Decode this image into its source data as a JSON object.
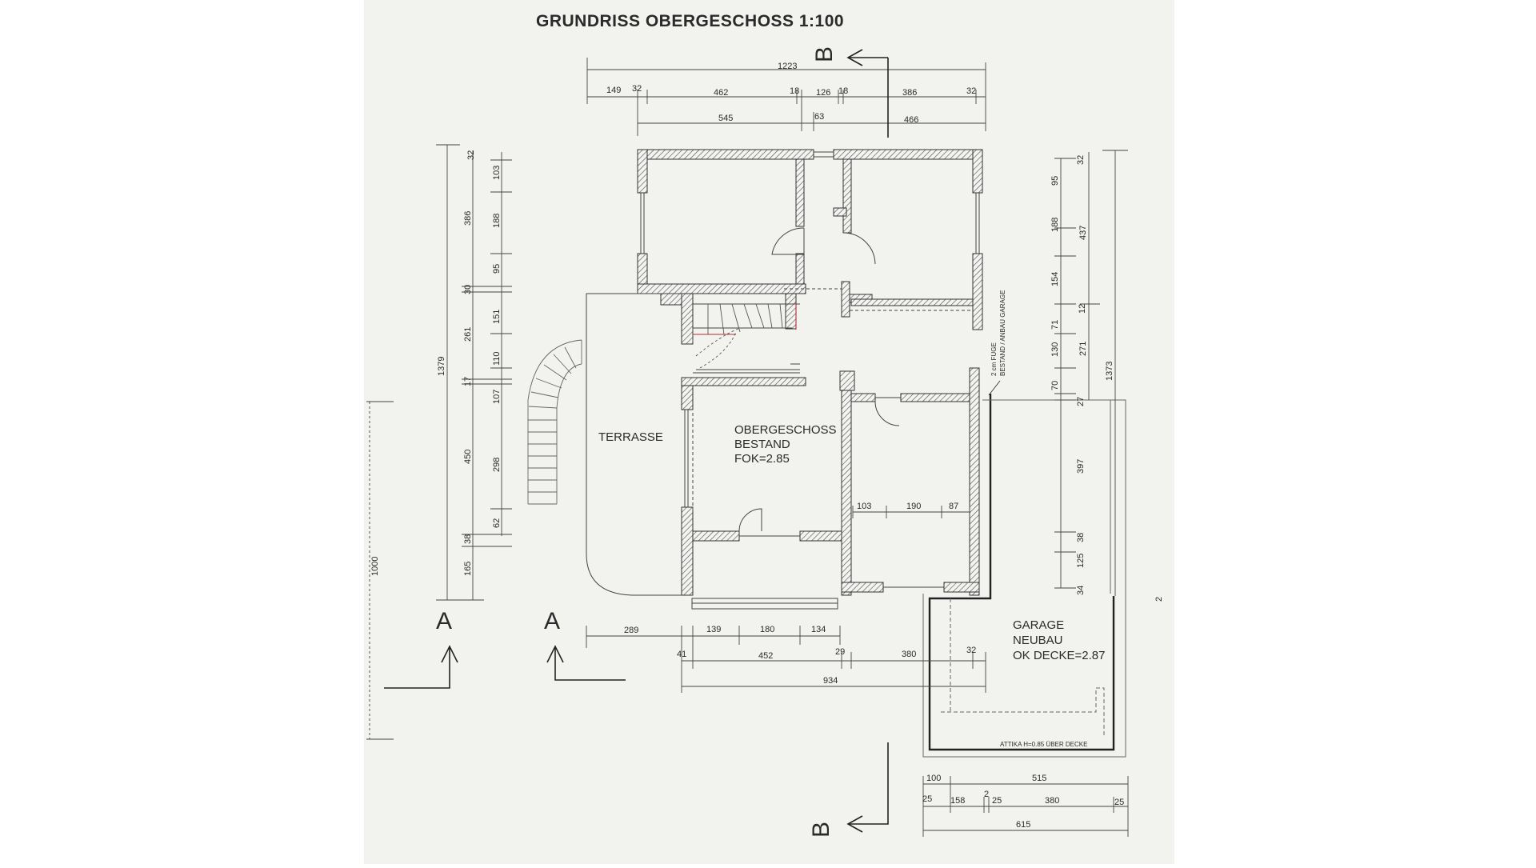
{
  "title": "GRUNDRISS OBERGESCHOSS 1:100",
  "section_marks": {
    "a": "A",
    "b": "B"
  },
  "rooms": {
    "terrasse": "TERRASSE",
    "og_line1": "OBERGESCHOSS",
    "og_line2": "BESTAND",
    "og_line3": "FOK=2.85",
    "garage_line1": "GARAGE",
    "garage_line2": "NEUBAU",
    "garage_line3": "OK DECKE=2.87"
  },
  "notes": {
    "fuge_line1": "2 cm FUGE",
    "fuge_line2": "BESTAND / ANBAU GARAGE",
    "attika": "ATTIKA H=0.85 ÜBER DECKE"
  },
  "dimensions": {
    "top_total": "1223",
    "top_row2": [
      "149",
      "32",
      "462",
      "18",
      "126",
      "18",
      "386",
      "32"
    ],
    "top_row3": [
      "545",
      "63",
      "466"
    ],
    "left_outer": [
      "1379"
    ],
    "left_mid": [
      "386",
      "30",
      "261",
      "17",
      "450",
      "38",
      "165"
    ],
    "left_inner": [
      "32",
      "103",
      "188",
      "95",
      "151",
      "110",
      "107",
      "298",
      "62"
    ],
    "left_far": "1000",
    "right_inner": [
      "32",
      "95",
      "188",
      "154",
      "12",
      "71",
      "130",
      "70",
      "27",
      "397",
      "38",
      "125",
      "34"
    ],
    "right_mid": [
      "437",
      "271"
    ],
    "right_outer": "1373",
    "right_edge": "2",
    "room_inner": [
      "103",
      "190",
      "87"
    ],
    "bottom_row1": [
      "289",
      "139",
      "180",
      "134"
    ],
    "bottom_row2": [
      "41",
      "452",
      "29",
      "380",
      "32"
    ],
    "bottom_total": "934",
    "garage_row1": [
      "100",
      "515"
    ],
    "garage_row2": [
      "25",
      "158",
      "2",
      "25",
      "380",
      "25"
    ],
    "garage_total": "615"
  }
}
